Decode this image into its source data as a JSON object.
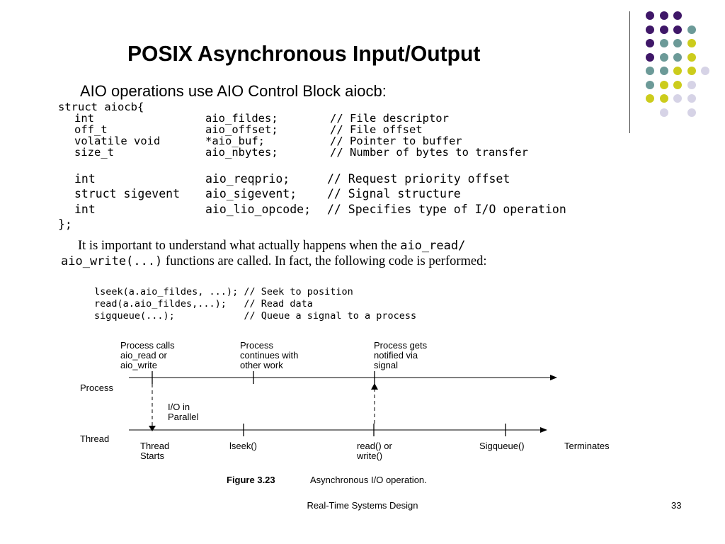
{
  "title": "POSIX Asynchronous Input/Output",
  "subtitle": "AIO operations use AIO Control Block aiocb:",
  "struct_code": {
    "open": "struct aiocb{",
    "fields_group1": [
      {
        "type": "int",
        "name": "aio_fildes;",
        "comment": "// File descriptor"
      },
      {
        "type": "off_t",
        "name": "aio_offset;",
        "comment": "// File offset"
      },
      {
        "type": "volatile void",
        "name": "*aio_buf;",
        "comment": "// Pointer to buffer"
      },
      {
        "type": "size_t",
        "name": "aio_nbytes;",
        "comment": "// Number of bytes to transfer"
      }
    ],
    "fields_group2": [
      {
        "type": "int",
        "name": "aio_reqprio;",
        "comment": "// Request priority offset"
      },
      {
        "type": "struct sigevent",
        "name": "aio_sigevent;",
        "comment": "// Signal structure"
      },
      {
        "type": "int",
        "name": "aio_lio_opcode;",
        "comment": "// Specifies type of I/O operation"
      }
    ],
    "close": "};"
  },
  "paragraph": {
    "line1_text": "It is important to understand what actually happens when the ",
    "line1_code": "aio_read/",
    "line2_code": "aio_write(...)",
    "line2_text": " functions are called. In fact, the following code is performed:"
  },
  "calls_code": [
    "lseek(a.aio_fildes, ...); // Seek to position",
    "read(a.aio_fildes,...);   // Read data",
    "sigqueue(...);            // Queue a signal to a process"
  ],
  "diagram": {
    "top_labels": {
      "calls": "Process calls\naio_read or\naio_write",
      "continues": "Process\ncontinues with\nother work",
      "notified": "Process gets\nnotified via\nsignal"
    },
    "process_label": "Process",
    "thread_label": "Thread",
    "io_parallel": "I/O in\nParallel",
    "thread_events": {
      "starts": "Thread\nStarts",
      "lseek": "lseek()",
      "read": "read() or\nwrite()",
      "sigqueue": "Sigqueue()",
      "terminates": "Terminates"
    },
    "caption_label": "Figure 3.23",
    "caption_text": "Asynchronous I/O operation."
  },
  "footer": {
    "center": "Real-Time Systems Design",
    "page": "33"
  },
  "colors": {
    "purple": "#3f1768",
    "teal": "#6c9a98",
    "yellow": "#cccc1c",
    "lavender": "#d6d3e6"
  },
  "decoration_grid": [
    [
      "purple",
      "purple",
      "purple",
      null,
      null
    ],
    [
      "purple",
      "purple",
      "purple",
      "teal",
      null
    ],
    [
      "purple",
      "teal",
      "teal",
      "yellow",
      null
    ],
    [
      "purple",
      "teal",
      "teal",
      "yellow",
      null
    ],
    [
      "teal",
      "teal",
      "yellow",
      "yellow",
      "lavender"
    ],
    [
      "teal",
      "yellow",
      "yellow",
      "lavender",
      null
    ],
    [
      "yellow",
      "yellow",
      "lavender",
      "lavender",
      null
    ],
    [
      null,
      "lavender",
      null,
      "lavender",
      null
    ]
  ]
}
